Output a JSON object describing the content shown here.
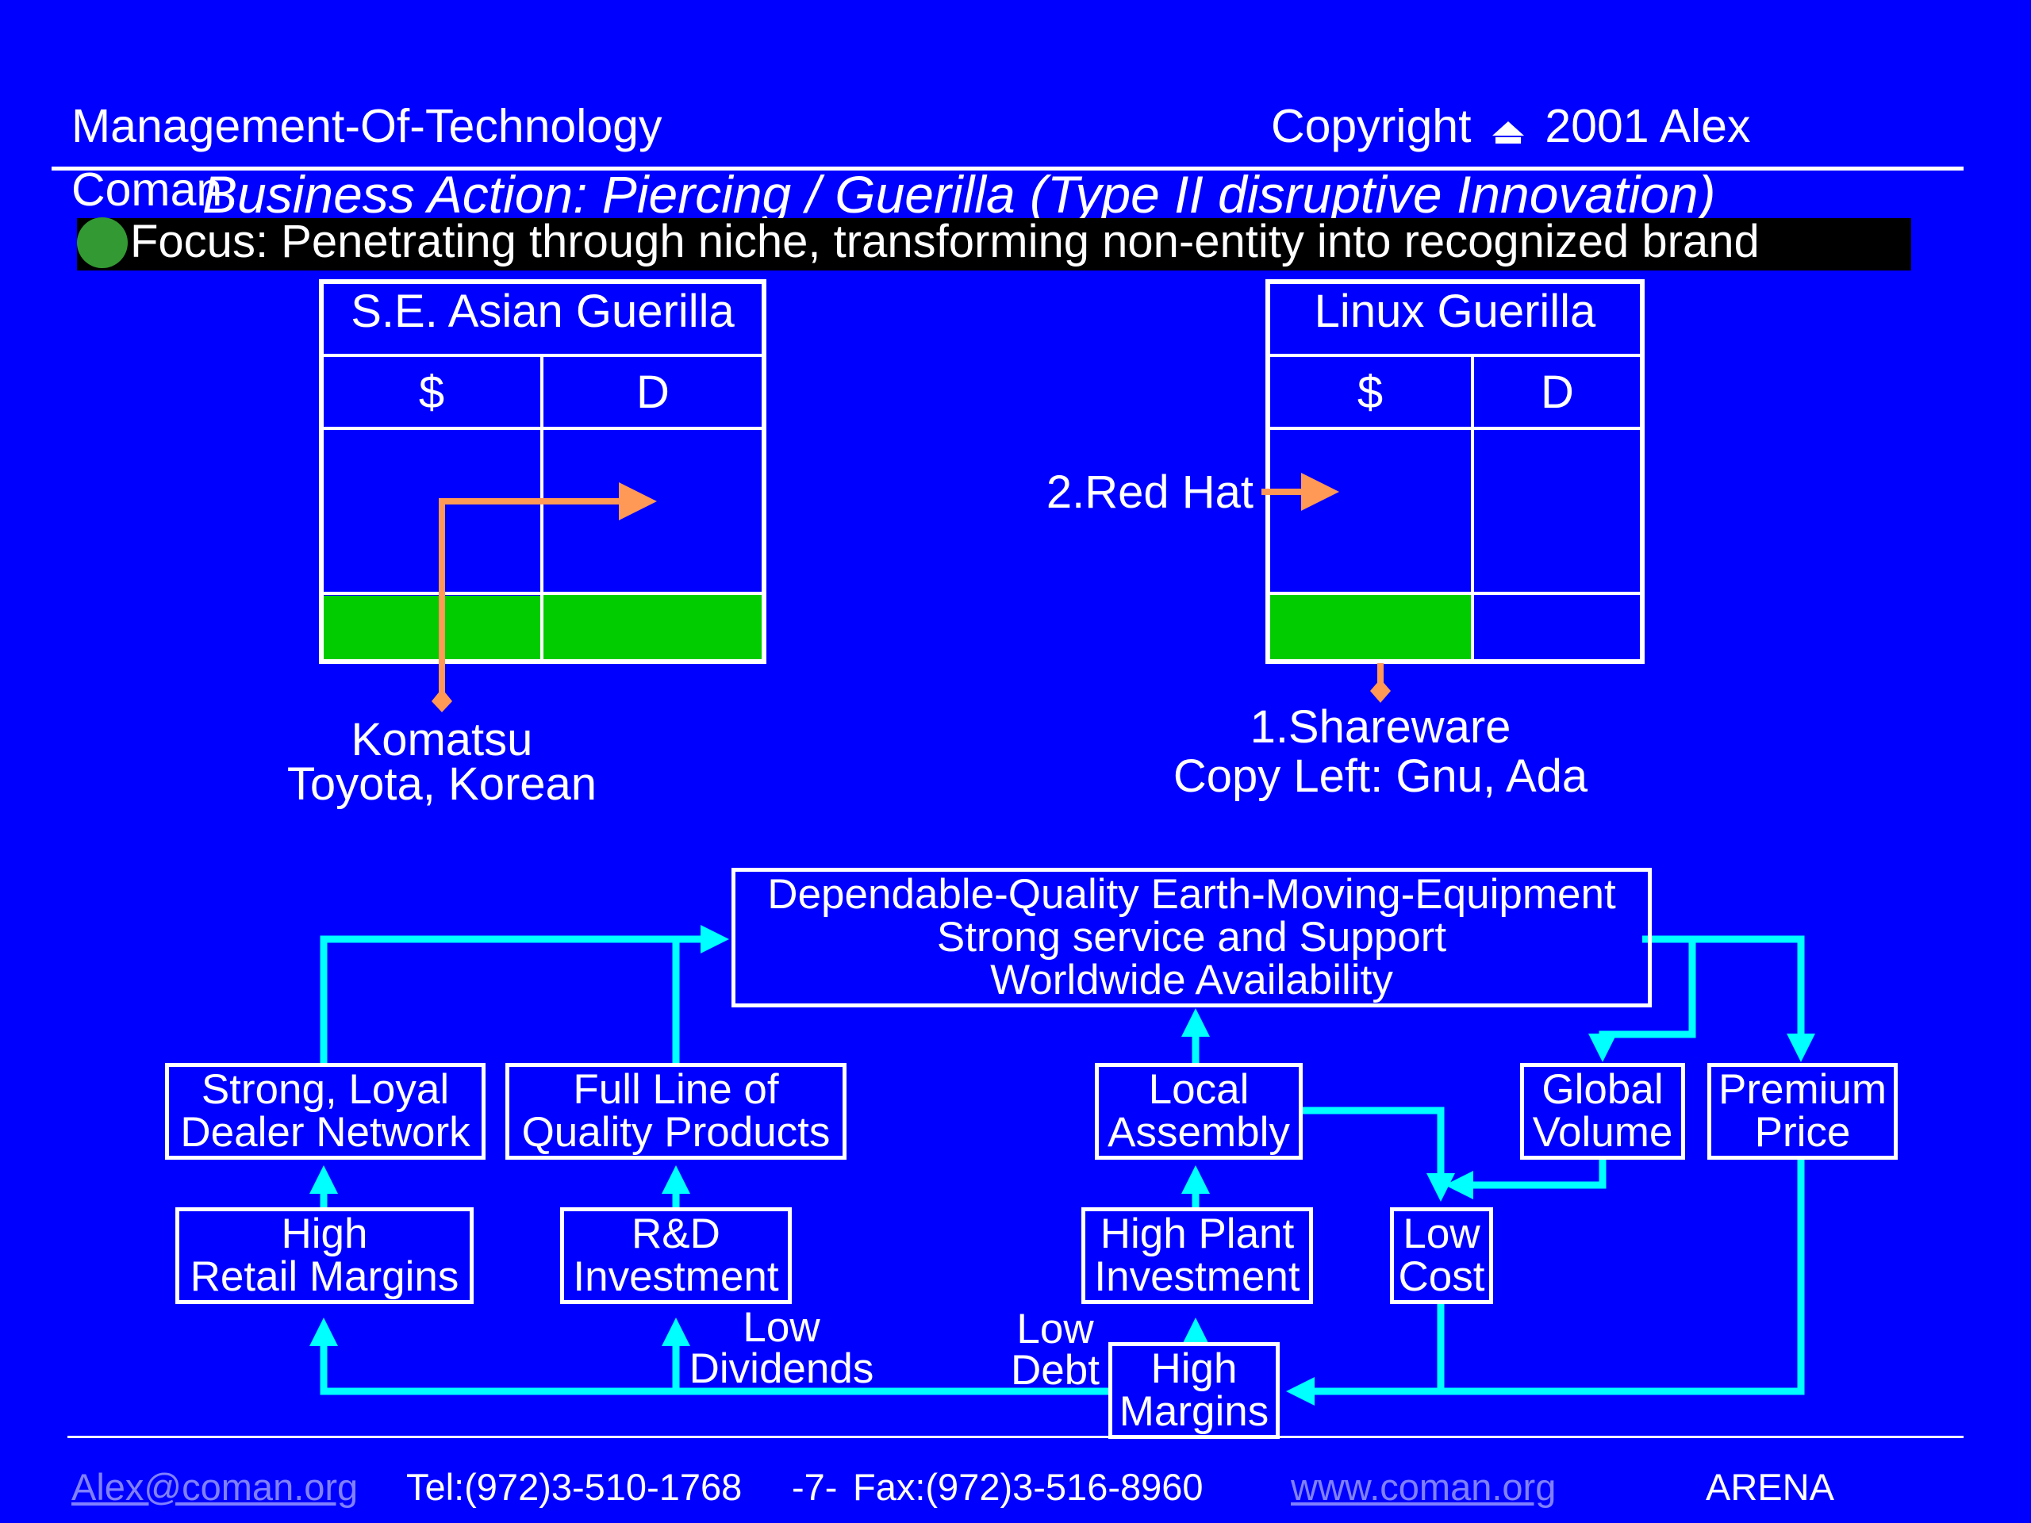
{
  "header": {
    "left": "Management-Of-Technology",
    "left_cont": "Coman",
    "right": "Copyright",
    "right_year": "2001 Alex"
  },
  "title": "Business Action: Piercing / Guerilla (Type II disruptive Innovation)",
  "focus": "Focus: Penetrating through niche, transforming non-entity into recognized brand",
  "left_matrix": {
    "title": "S.E. Asian Guerilla",
    "col1": "$",
    "col2": "D",
    "caption_line1": "Komatsu",
    "caption_line2": "Toyota, Korean"
  },
  "right_matrix": {
    "title": "Linux Guerilla",
    "col1": "$",
    "col2": "D",
    "side_label": "2.Red Hat",
    "caption_line1": "1.Shareware",
    "caption_line2": "Copy Left: Gnu, Ada"
  },
  "flow": {
    "top_line1": "Dependable-Quality Earth-Moving-Equipment",
    "top_line2": "Strong service and Support",
    "top_line3": "Worldwide Availability",
    "dealer_line1": "Strong, Loyal",
    "dealer_line2": "Dealer Network",
    "fullline_line1": "Full Line of",
    "fullline_line2": "Quality Products",
    "local_line1": "Local",
    "local_line2": "Assembly",
    "global_line1": "Global",
    "global_line2": "Volume",
    "premium_line1": "Premium",
    "premium_line2": "Price",
    "retail_line1": "High",
    "retail_line2": "Retail Margins",
    "rd_line1": "R&D",
    "rd_line2": "Investment",
    "plant_line1": "High Plant",
    "plant_line2": "Investment",
    "lowcost_line1": "Low",
    "lowcost_line2": "Cost",
    "margins_line1": "High",
    "margins_line2": "Margins",
    "low_dividends_line1": "Low",
    "low_dividends_line2": "Dividends",
    "low_debt_line1": "Low",
    "low_debt_line2": "Debt"
  },
  "footer": {
    "email": "Alex@coman.org",
    "tel": "Tel:(972)3-510-1768",
    "page": "-7-",
    "fax": "Fax:(972)3-516-8960",
    "web": "www.coman.org",
    "brand": "ARENA"
  },
  "colors": {
    "background": "#0000FF",
    "green_fill": "#00CC00",
    "orange_arrow": "#FF9955",
    "cyan_arrow": "#00FFFF",
    "bullet": "#339933"
  }
}
